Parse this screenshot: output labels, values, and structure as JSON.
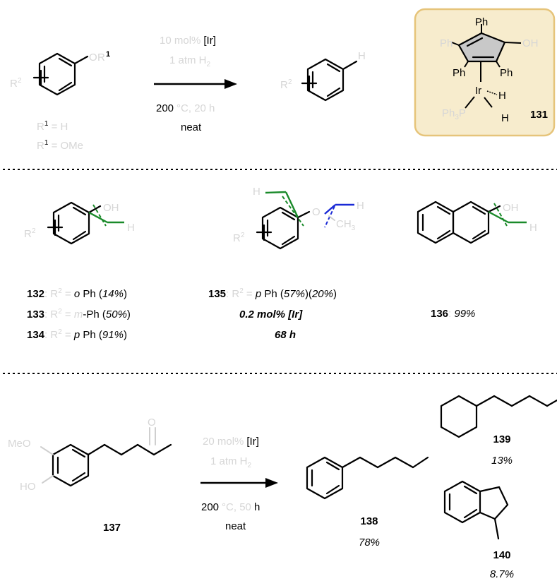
{
  "reaction1": {
    "r1": "R",
    "r1_sup": "1",
    "o": "O",
    "r2": "R",
    "r2_sup": "2",
    "h": "H",
    "cond_loading": "10 mol%",
    "cond_cat": "[Ir]",
    "cond_gas": "1 atm H",
    "cond_gas_sub": "2",
    "cond_temp": "200",
    "cond_temp_unit": "°C, 20 h",
    "cond_neat": "neat",
    "sub_opt1": "R",
    "sub_opt1_sup": "1",
    "sub_opt1_val": " = H",
    "sub_opt2": "R",
    "sub_opt2_sup": "1",
    "sub_opt2_val": " = OMe"
  },
  "catalyst": {
    "label": "131",
    "ph": "Ph",
    "oh": "OH",
    "ir": "Ir",
    "h": "H",
    "ph3p": "Ph",
    "ph3p_sub": "3",
    "ph3p_p": "P"
  },
  "scope": {
    "oh": "OH",
    "h": "H",
    "o": "O",
    "ch3": "CH",
    "ch3_sub": "3",
    "r2": "R",
    "r2_sup": "2",
    "entries": [
      {
        "id": "132",
        "sep": ":",
        "r": " R",
        "sup": "2",
        "eq": " = ",
        "pos": "o",
        "rest": " Ph (",
        "yield": "14%",
        "close": ")"
      },
      {
        "id": "133",
        "sep": ":",
        "r": " R",
        "sup": "2",
        "eq": " = ",
        "pos": "m",
        "rest": "-Ph (",
        "yield": "50%",
        "close": ")"
      },
      {
        "id": "134",
        "sep": ":",
        "r": " R",
        "sup": "2",
        "eq": " = ",
        "pos": "p",
        "rest": " Ph (",
        "yield": "91%",
        "close": ")"
      }
    ],
    "e135": {
      "id": "135",
      "sep": ":",
      "r": " R",
      "sup": "2",
      "eq": " = ",
      "pos": "p",
      "rest": " Ph (",
      "y1": "57%",
      "mid": ")(",
      "y2": "20%",
      "close": ")"
    },
    "e135_note1": "0.2 mol% [Ir]",
    "e135_note2": "68 h",
    "e136": {
      "id": "136",
      "sep": ":",
      "yield": " 99%"
    }
  },
  "reaction2": {
    "substrate_label": "137",
    "meo": "MeO",
    "ho": "HO",
    "o": "O",
    "cond_loading": "20 mol%",
    "cond_cat": "[Ir]",
    "cond_gas": "1 atm H",
    "cond_gas_sub": "2",
    "cond_temp": "200",
    "cond_temp_unit": "°C, 50",
    "cond_temp_h": " h",
    "cond_neat": "neat",
    "products": [
      {
        "label": "138",
        "yield": "78%"
      },
      {
        "label": "139",
        "yield": "13%"
      },
      {
        "label": "140",
        "yield": "8.7%"
      }
    ]
  }
}
